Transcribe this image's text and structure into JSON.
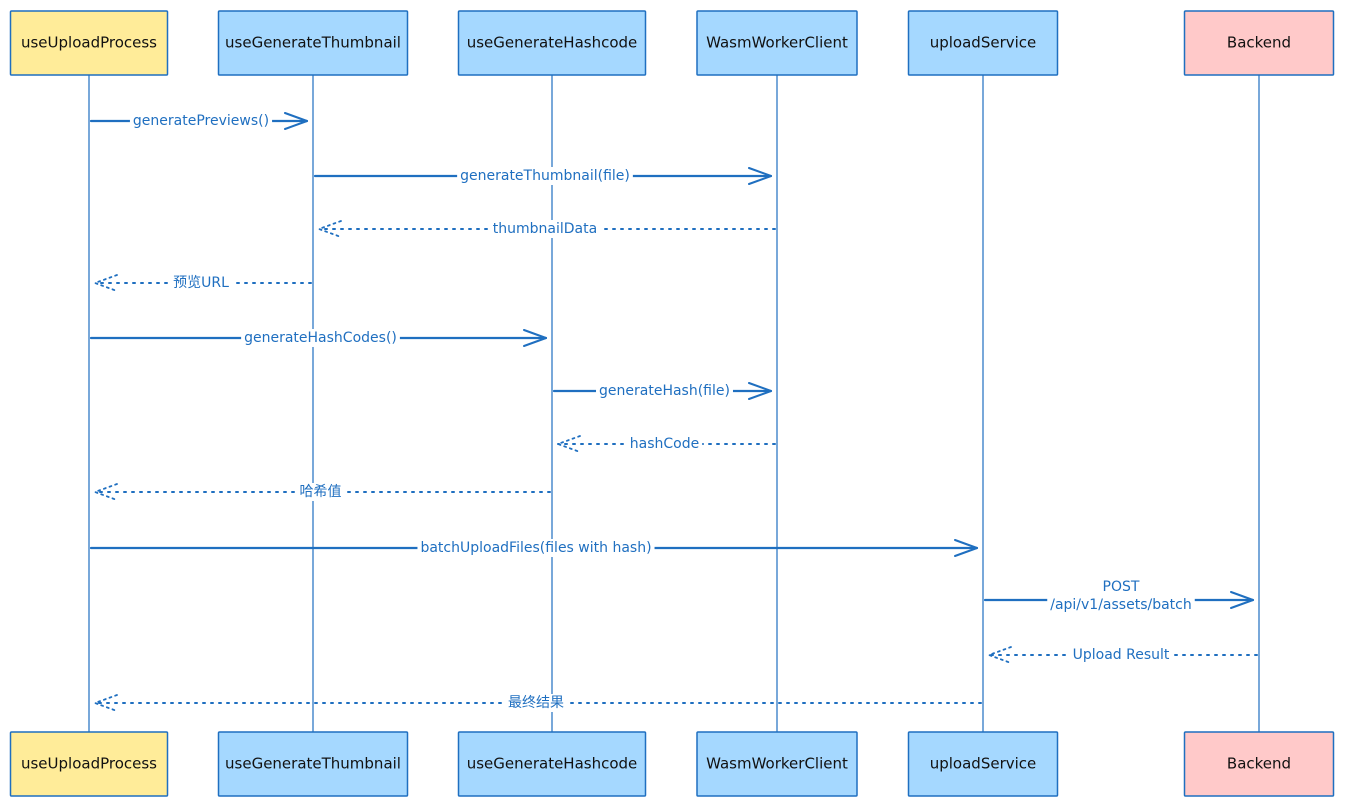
{
  "colors": {
    "line": "#1f6fc0",
    "actor_blue_fill": "#a5d8ff",
    "actor_yellow_fill": "#ffec99",
    "actor_red_fill": "#ffc9c9",
    "actor_stroke": "#1f6fc0",
    "text": "#111111",
    "label": "#1f6fc0"
  },
  "participants": [
    {
      "id": "p1",
      "label": "useUploadProcess",
      "fill": "yellow"
    },
    {
      "id": "p2",
      "label": "useGenerateThumbnail",
      "fill": "blue"
    },
    {
      "id": "p3",
      "label": "useGenerateHashcode",
      "fill": "blue"
    },
    {
      "id": "p4",
      "label": "WasmWorkerClient",
      "fill": "blue"
    },
    {
      "id": "p5",
      "label": "uploadService",
      "fill": "blue"
    },
    {
      "id": "p6",
      "label": "Backend",
      "fill": "red"
    }
  ],
  "messages": [
    {
      "from": "p1",
      "to": "p2",
      "label": "generatePreviews()",
      "type": "solid"
    },
    {
      "from": "p2",
      "to": "p4",
      "label": "generateThumbnail(file)",
      "type": "solid"
    },
    {
      "from": "p4",
      "to": "p2",
      "label": "thumbnailData",
      "type": "dotted"
    },
    {
      "from": "p2",
      "to": "p1",
      "label": "预览URL",
      "type": "dotted"
    },
    {
      "from": "p1",
      "to": "p3",
      "label": "generateHashCodes()",
      "type": "solid"
    },
    {
      "from": "p3",
      "to": "p4",
      "label": "generateHash(file)",
      "type": "solid"
    },
    {
      "from": "p4",
      "to": "p3",
      "label": "hashCode",
      "type": "dotted"
    },
    {
      "from": "p3",
      "to": "p1",
      "label": "哈希值",
      "type": "dotted"
    },
    {
      "from": "p1",
      "to": "p5",
      "label": "batchUploadFiles(files with hash)",
      "type": "solid"
    },
    {
      "from": "p5",
      "to": "p6",
      "label": "POST\n/api/v1/assets/batch",
      "type": "solid"
    },
    {
      "from": "p6",
      "to": "p5",
      "label": "Upload Result",
      "type": "dotted"
    },
    {
      "from": "p5",
      "to": "p1",
      "label": "最终结果",
      "type": "dotted"
    }
  ]
}
